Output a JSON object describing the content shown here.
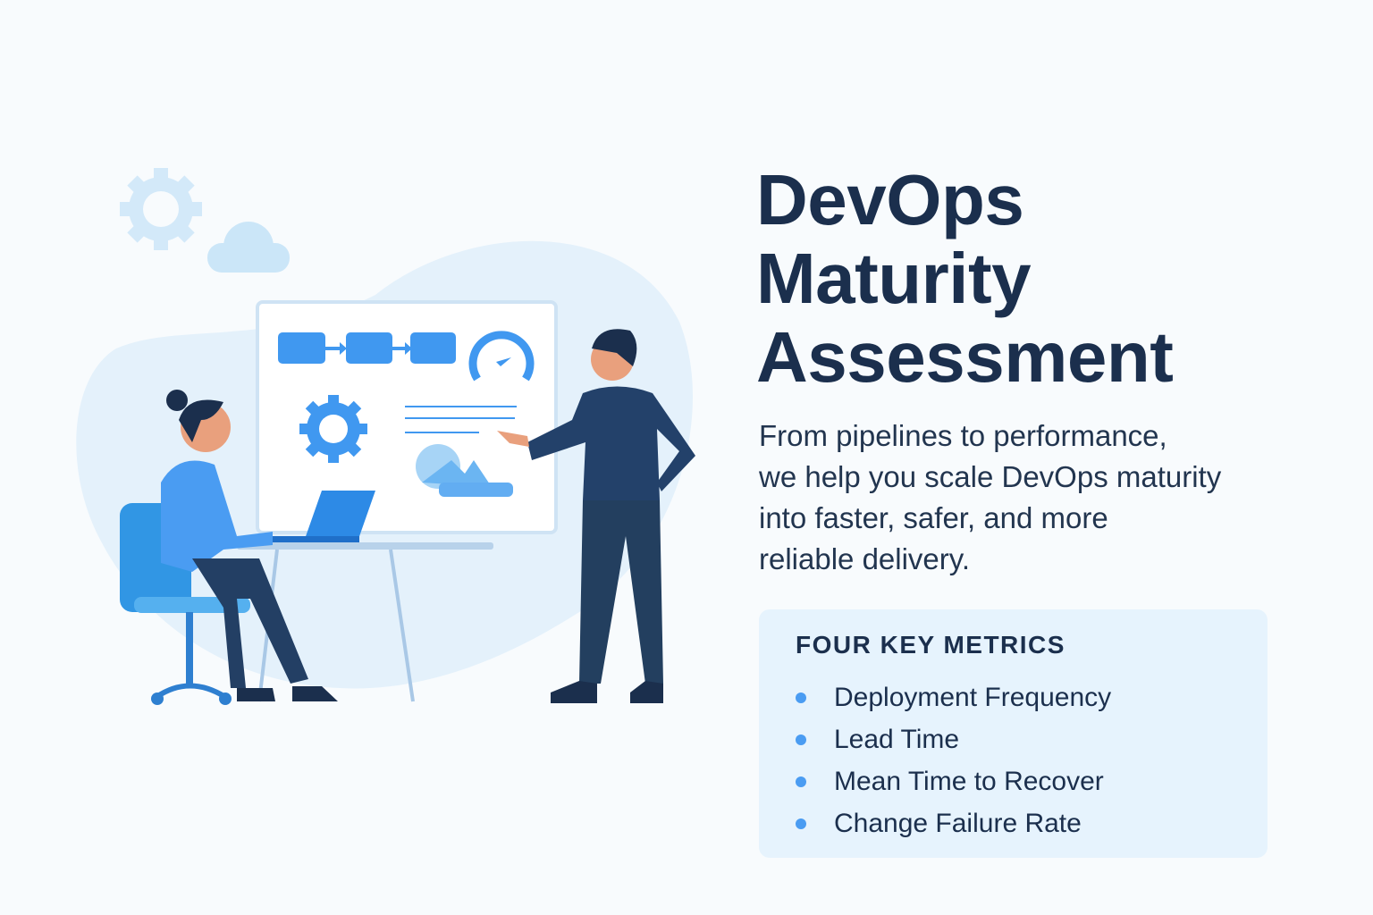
{
  "title_lines": [
    "DevOps",
    "Maturity",
    "Assessment"
  ],
  "subtitle_lines": [
    "From pipelines to performance,",
    "we help you scale DevOps maturity",
    "into faster, safer, and more",
    "reliable delivery."
  ],
  "metrics": {
    "heading": "FOUR KEY METRICS",
    "items": [
      "Deployment Frequency",
      "Lead Time",
      "Mean Time to Recover",
      "Change Failure Rate"
    ]
  },
  "colors": {
    "navy": "#1b2f4d",
    "accent": "#4a9cf2",
    "panel": "#e6f3fd",
    "blob": "#e4f1fb"
  }
}
